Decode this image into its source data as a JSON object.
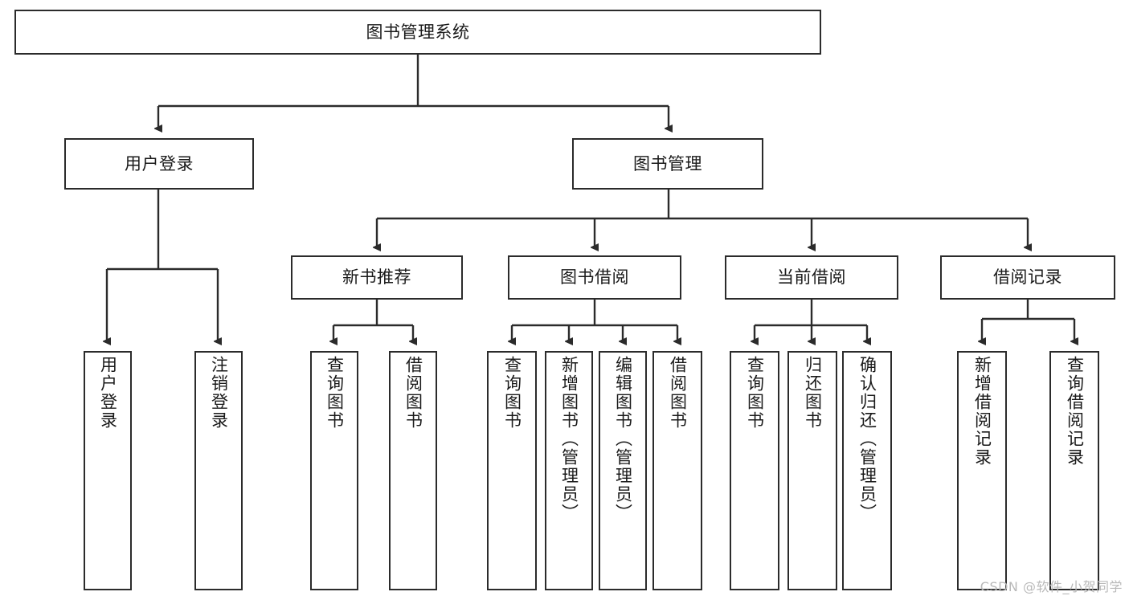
{
  "diagram": {
    "type": "tree-hierarchy",
    "title": "图书管理系统",
    "colors": {
      "box_border": "#2b2b2b",
      "box_fill": "#ffffff",
      "edge": "#2b2b2b",
      "text": "#1a1a1a",
      "watermark": "#b9b9b9",
      "background": "#ffffff"
    },
    "root": {
      "label": "图书管理系统"
    },
    "level2": [
      {
        "label": "用户登录"
      },
      {
        "label": "图书管理"
      }
    ],
    "level3": [
      {
        "label": "新书推荐"
      },
      {
        "label": "图书借阅"
      },
      {
        "label": "当前借阅"
      },
      {
        "label": "借阅记录"
      }
    ],
    "leaves": {
      "user_login": [
        {
          "label": "用户登录"
        },
        {
          "label": "注销登录"
        }
      ],
      "new_book_recommend": [
        {
          "label": "查询图书"
        },
        {
          "label": "借阅图书"
        }
      ],
      "book_borrow": [
        {
          "label": "查询图书"
        },
        {
          "label": "新增图书（管理员）"
        },
        {
          "label": "编辑图书（管理员）"
        },
        {
          "label": "借阅图书"
        }
      ],
      "current_borrow": [
        {
          "label": "查询图书"
        },
        {
          "label": "归还图书"
        },
        {
          "label": "确认归还（管理员）"
        }
      ],
      "borrow_record": [
        {
          "label": "新增借阅记录"
        },
        {
          "label": "查询借阅记录"
        }
      ]
    },
    "watermark": "CSDN @软件_小贺同学"
  }
}
